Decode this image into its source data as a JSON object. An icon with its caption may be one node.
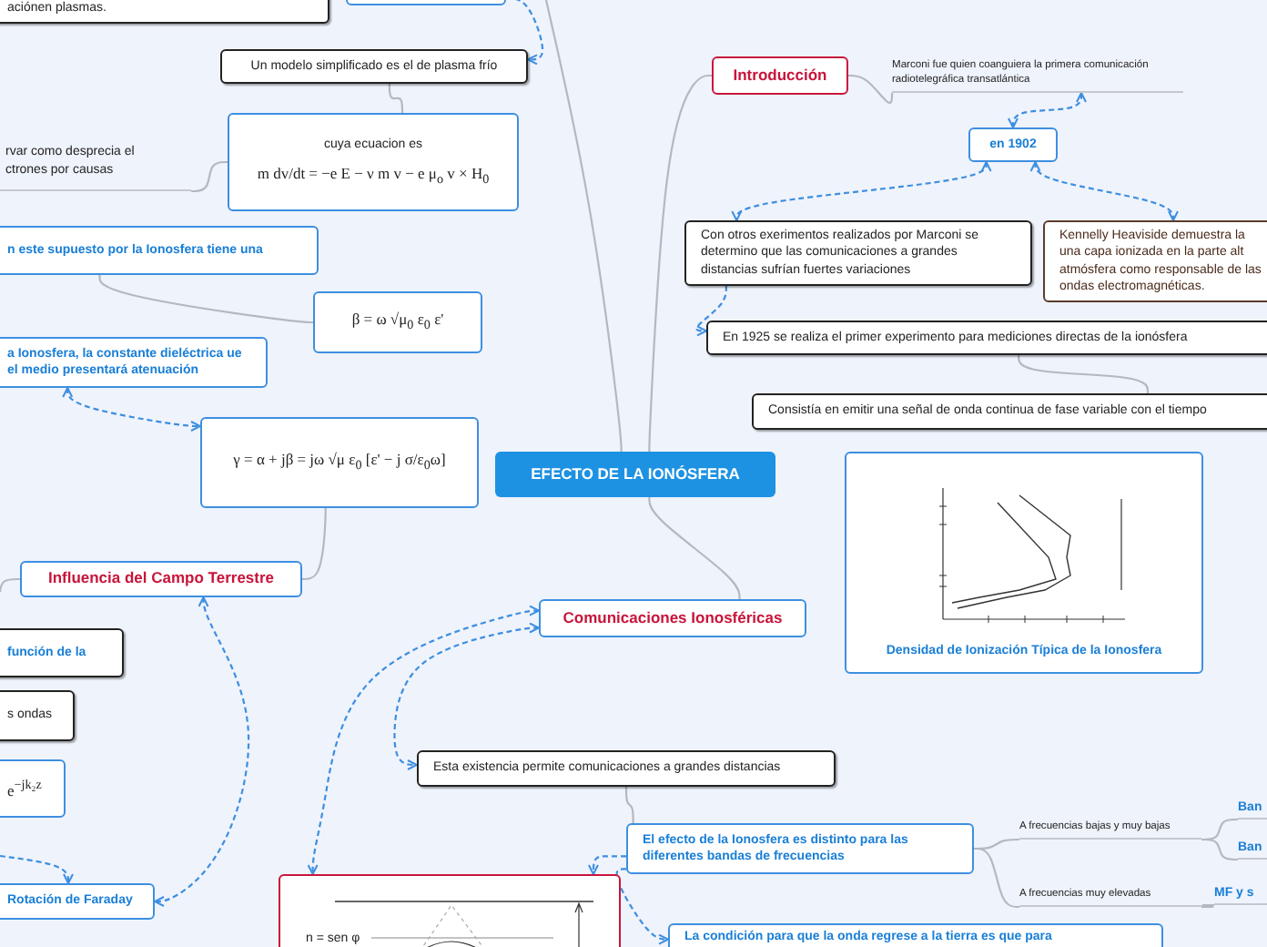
{
  "diagram": {
    "nodes": [
      {
        "text": [
          "EFECTO DE LA IONÓSFERA"
        ]
      },
      {
        "text": [
          "aciónen plasmas."
        ]
      },
      {
        "text": [],
        "shape": "box"
      },
      {
        "text": [
          "Un modelo simplificado es el de plasma frío"
        ]
      },
      {
        "text": [
          "cuya ecuacion es",
          "m dv/dt = −e E − ν m v − e μ$_{o}$ v × H$_{0}$"
        ]
      },
      {
        "text": [
          "rvar como desprecia el ctrones por causas"
        ]
      },
      {
        "text": [
          "n este supuesto por la Ionosfera tiene una"
        ]
      },
      {
        "text": [
          "β = ω √μ$_{0}$ ε$_{0}$ ε'"
        ]
      },
      {
        "text": [
          "a Ionosfera, la constante dieléctrica ue el medio presentará atenuación"
        ]
      },
      {
        "text": [
          "γ = α + jβ = jω √μ ε$_{0}$ [ε' − j σ/ε$_{0}$ω]"
        ]
      },
      {
        "text": [
          "Influencia del Campo Terrestre"
        ]
      },
      {
        "text": [
          "función de la"
        ]
      },
      {
        "text": [
          "s ondas"
        ]
      },
      {
        "text": [
          "e$^{−jk₂z}$"
        ]
      },
      {
        "text": [
          "Rotación de Faraday"
        ]
      },
      {
        "text": [
          "Comunicaciones Ionosféricas"
        ]
      },
      {
        "text": [
          "Esta existencia permite comunicaciones a grandes distancias"
        ]
      },
      {
        "text": [
          "n = sen φ"
        ]
      },
      {
        "text": [
          "El efecto de la Ionosfera es distinto para las diferentes bandas de frecuencias"
        ]
      },
      {
        "text": [
          "La condición para que la onda regrese a la tierra es que para"
        ]
      },
      {
        "text": [
          "A frecuencias bajas y muy bajas"
        ]
      },
      {
        "text": [
          "Ban"
        ]
      },
      {
        "text": [
          "Ban"
        ]
      },
      {
        "text": [
          "A frecuencias muy elevadas"
        ]
      },
      {
        "text": [
          "MF y s"
        ]
      },
      {
        "text": [
          "Introducción"
        ]
      },
      {
        "text": [
          "Marconi fue quien coanguiera la primera comunicación radiotelegráfica transatlántica"
        ]
      },
      {
        "text": [
          "en 1902"
        ]
      },
      {
        "text": [
          "Con otros exerimentos realizados por Marconi se determino que las comunicaciones a grandes distancias sufrían fuertes variaciones"
        ]
      },
      {
        "text": [
          "Kennelly Heaviside demuestra la una capa ionizada en la parte alt atmósfera como responsable de las ondas electromagnéticas."
        ]
      },
      {
        "text": [
          "En 1925 se realiza el primer experimento para mediciones directas de la ionósfera"
        ]
      },
      {
        "text": [
          "Consistía en emitir una señal de onda continua de fase variable con el tiempo"
        ]
      },
      {
        "text": [
          "Densidad de Ionización Típica de la Ionosfera"
        ]
      }
    ],
    "edges": [
      {
        "from": null,
        "to": 0,
        "arrow": "none"
      },
      {
        "from": 0,
        "to": 25,
        "arrow": "none"
      },
      {
        "from": 0,
        "to": 15,
        "arrow": "none"
      },
      {
        "from": 25,
        "to": 26,
        "arrow": "none"
      },
      {
        "from": 27,
        "to": 26,
        "arrow": "both",
        "style": "dashed",
        "color": "#3d8fe0"
      },
      {
        "from": 27,
        "to": 28,
        "arrow": "both",
        "style": "dashed",
        "color": "#3d8fe0"
      },
      {
        "from": 27,
        "to": 29,
        "arrow": "both",
        "style": "dashed",
        "color": "#3d8fe0"
      },
      {
        "from": 28,
        "to": 30,
        "arrow": "to",
        "style": "dashed",
        "color": "#3d8fe0"
      },
      {
        "from": 30,
        "to": 31,
        "arrow": "none"
      },
      {
        "from": 2,
        "to": 3,
        "arrow": "to",
        "style": "dashed",
        "color": "#3d8fe0"
      },
      {
        "from": 3,
        "to": 4,
        "arrow": "none"
      },
      {
        "from": 5,
        "to": 4,
        "arrow": "none"
      },
      {
        "from": 6,
        "to": 7,
        "arrow": "none"
      },
      {
        "from": 8,
        "to": 9,
        "arrow": "both",
        "style": "dashed",
        "color": "#3d8fe0"
      },
      {
        "from": 10,
        "to": 9,
        "arrow": "none"
      },
      {
        "from": null,
        "to": 10,
        "arrow": "none"
      },
      {
        "from": 10,
        "to": 14,
        "arrow": "both",
        "style": "dashed",
        "color": "#3d8fe0"
      },
      {
        "from": null,
        "to": 14,
        "arrow": "to",
        "style": "dashed",
        "color": "#3d8fe0"
      },
      {
        "from": 15,
        "to": 16,
        "arrow": "both",
        "style": "dashed",
        "color": "#3d8fe0"
      },
      {
        "from": 15,
        "to": 17,
        "arrow": "both",
        "style": "dashed",
        "color": "#3d8fe0"
      },
      {
        "from": 16,
        "to": 18,
        "arrow": "none"
      },
      {
        "from": 18,
        "to": 19,
        "arrow": "to",
        "style": "dashed",
        "color": "#3d8fe0"
      },
      {
        "from": 18,
        "to": 17,
        "arrow": "to",
        "style": "dashed",
        "color": "#3d8fe0"
      },
      {
        "from": 18,
        "to": 20,
        "arrow": "none"
      },
      {
        "from": 20,
        "to": 21,
        "arrow": "none"
      },
      {
        "from": 20,
        "to": 22,
        "arrow": "none"
      },
      {
        "from": 18,
        "to": 23,
        "arrow": "none"
      },
      {
        "from": 23,
        "to": 24,
        "arrow": "none"
      }
    ]
  }
}
